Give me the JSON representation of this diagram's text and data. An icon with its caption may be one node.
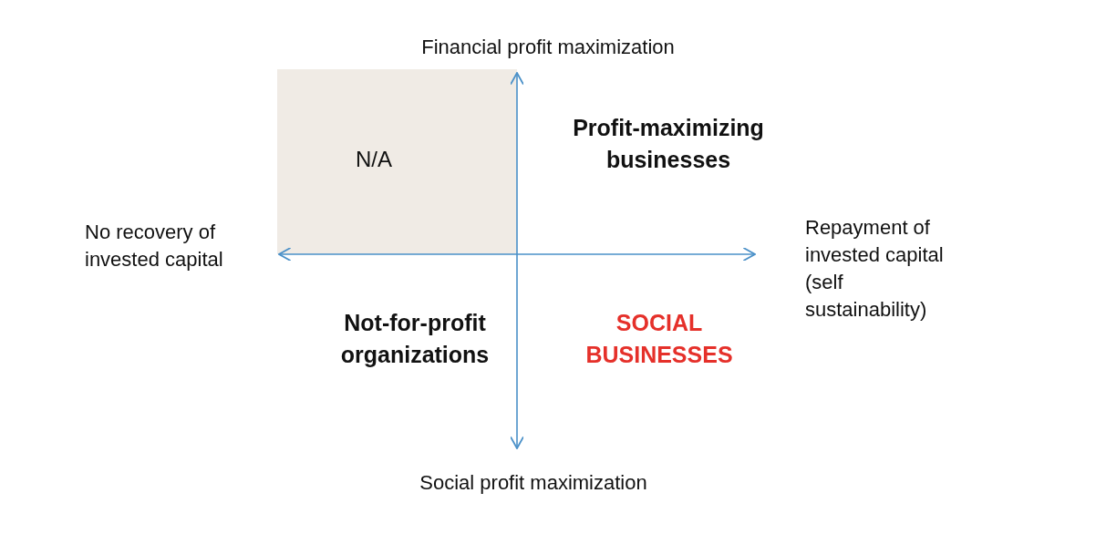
{
  "diagram": {
    "nodes": [
      {
        "text": [
          "N/A"
        ]
      }
    ],
    "labels": [
      "Financial profit maximization",
      "Profit-maximizing businesses",
      "No recovery of invested capital",
      "Repayment of invested capital (self sustainability)",
      "Not-for-profit organizations",
      "SOCIAL BUSINESSES",
      "Social profit maximization"
    ]
  }
}
